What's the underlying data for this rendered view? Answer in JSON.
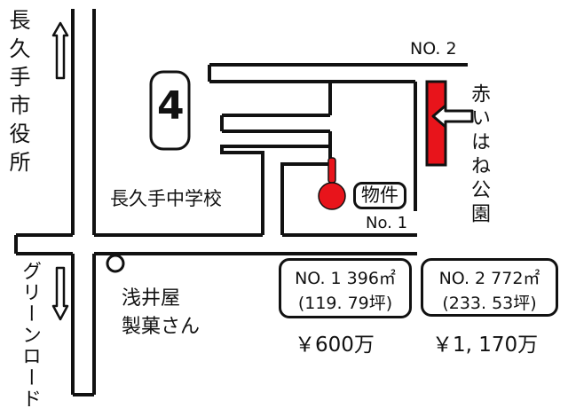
{
  "map": {
    "city_hall": "長久手市役所",
    "green_road": "グリーンロード",
    "school": "長久手中学校",
    "shop": "浅井屋\n製菓さん",
    "shop_line1": "浅井屋",
    "shop_line2": "製菓さん",
    "park": "赤いはね公園",
    "badge": "4",
    "property_label": "物件",
    "no1_label": "No. 1",
    "no2_label": "NO. 2",
    "lots": [
      {
        "line1": "NO. 1  396㎡",
        "line2": "(119. 79坪)",
        "price": "￥600万"
      },
      {
        "line1": "NO. 2  772㎡",
        "line2": "(233. 53坪)",
        "price": "￥1, 170万"
      }
    ],
    "colors": {
      "ink": "#111111",
      "park": "#e8141b",
      "pin": "#e8141b"
    },
    "icons": [
      "arrow-up-icon",
      "arrow-down-icon",
      "arrow-left-icon",
      "location-pin-icon",
      "circle-landmark-icon"
    ]
  }
}
